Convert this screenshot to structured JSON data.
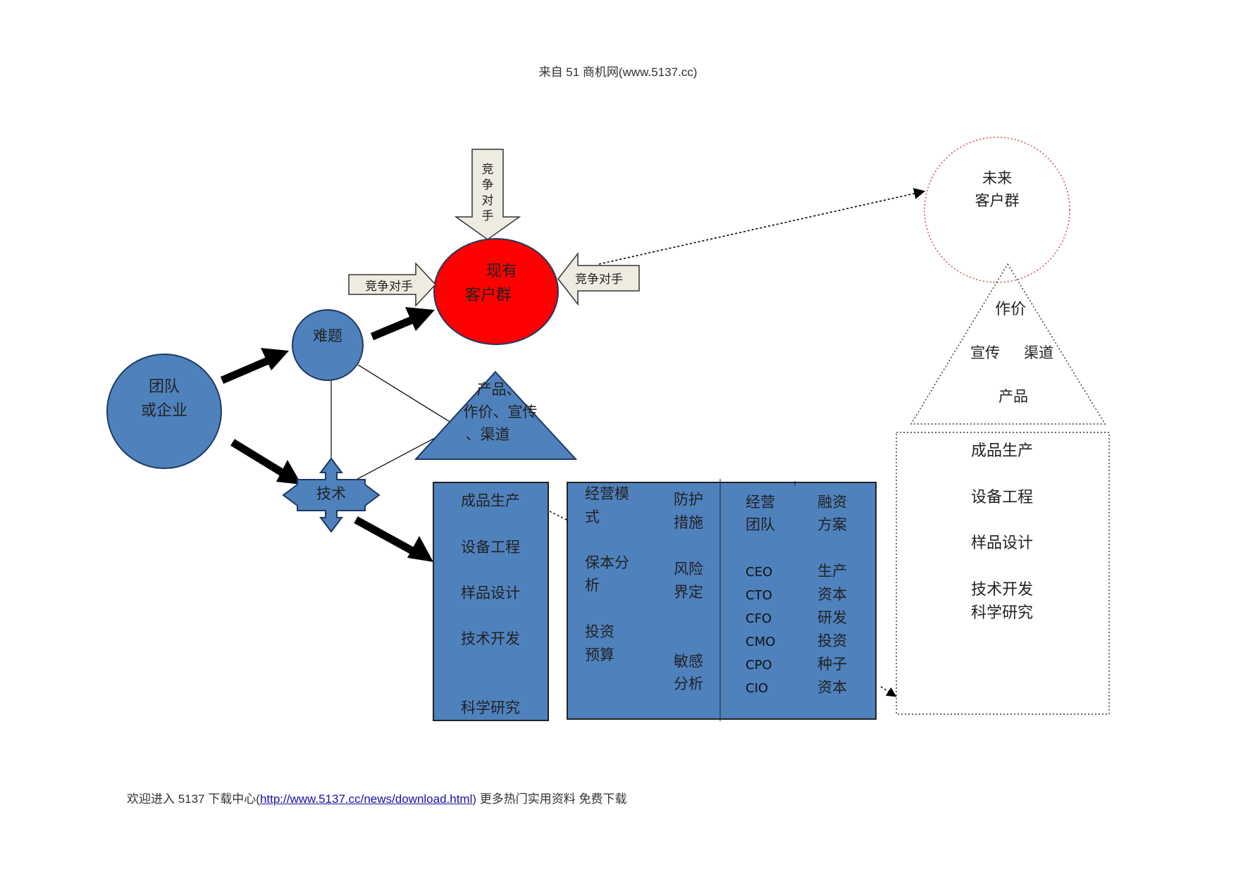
{
  "header_text": "来自 51 商机网(www.5137.cc)",
  "footer": {
    "prefix": "欢迎进入 5137 下载中心(",
    "link": "http://www.5137.cc/news/download.html",
    "suffix": ")  更多热门实用资料    免费下载"
  },
  "nodes": {
    "team": [
      "团队",
      "或企业"
    ],
    "problem": "难题",
    "current_customers": [
      "现有",
      "客户群"
    ],
    "competitor_top": [
      "竞",
      "争",
      "对",
      "手"
    ],
    "competitor_left": "竞争对手",
    "competitor_right": "竞争对手",
    "future_customers": [
      "未来",
      "客户群"
    ],
    "mix_triangle": [
      "产品、",
      "作价、宣传",
      "、渠道"
    ],
    "tech": "技术",
    "right_triangle": {
      "top": "作价",
      "left": "宣传",
      "right": "渠道",
      "bottom": "产品"
    }
  },
  "production_box": [
    "成品生产",
    "设备工程",
    "样品设计",
    "技术开发",
    "科学研究"
  ],
  "business_box": {
    "col1": [
      "经营模",
      "式",
      "保本分",
      "析",
      "投资",
      "预算"
    ],
    "col2": [
      "防护",
      "措施",
      "风险",
      "界定",
      "敏感",
      "分析"
    ],
    "col3_head": [
      "经营",
      "团队"
    ],
    "col3_roles": [
      "CEO",
      "CTO",
      "CFO",
      "CMO",
      "CPO",
      "CIO"
    ],
    "col4": [
      "融资",
      "方案",
      "生产",
      "资本",
      "研发",
      "投资",
      "种子",
      "资本"
    ]
  },
  "future_box": [
    "成品生产",
    "设备工程",
    "样品设计",
    "技术开发",
    "科学研究"
  ],
  "colors": {
    "blue": "#4f81bd",
    "red": "#ff0000",
    "beige": "#eeece1",
    "border_dark": "#1f3a5f"
  }
}
